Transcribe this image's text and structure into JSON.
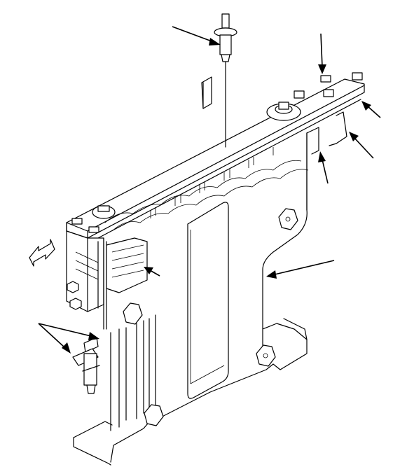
{
  "figure": {
    "subject": "mechanical-assembly-line-drawing",
    "line_color": "#000000",
    "background_color": "#ffffff",
    "callout_arrow_count": 9,
    "motion_arrow_count": 2
  }
}
